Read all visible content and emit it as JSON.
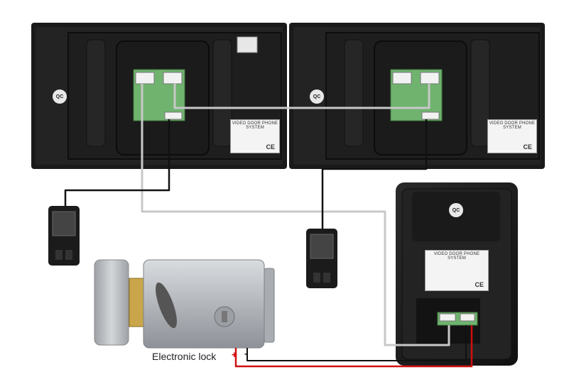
{
  "labels": {
    "lock": "Electronic lock",
    "plus": "+",
    "minus": "-",
    "qc": "QC",
    "ce": "CE"
  },
  "nameplate": {
    "title": "VIDEO DOOR PHONE SYSTEM"
  },
  "colors": {
    "monitor_body": "#1c1c1c",
    "board": "#6fb36f",
    "gray_wire": "#c8c8c8",
    "red_wire": "#d01010",
    "lock_metal": "#b9bdc2"
  }
}
